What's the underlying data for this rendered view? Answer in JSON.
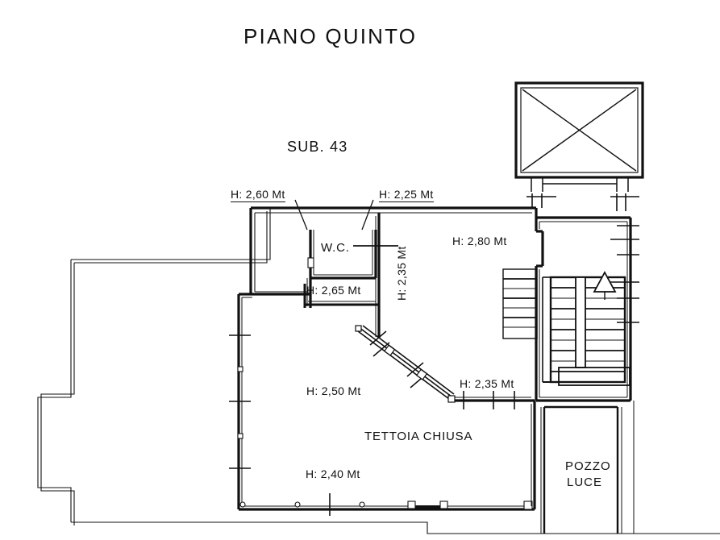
{
  "drawing": {
    "title": "PIANO QUINTO",
    "subtitle": "SUB. 43",
    "background_color": "#ffffff",
    "line_color": "#111111"
  },
  "rooms": [
    {
      "name": "wc",
      "label": "W.C."
    },
    {
      "name": "tettoia-chiusa",
      "label": "TETTOIA CHIUSA"
    },
    {
      "name": "pozzo-luce",
      "label_line1": "POZZO",
      "label_line2": "LUCE"
    }
  ],
  "height_labels": [
    {
      "name": "height-2-60",
      "text": "H: 2,60 Mt",
      "underlined": true,
      "orientation": "horizontal"
    },
    {
      "name": "height-2-25",
      "text": "H: 2,25 Mt",
      "underlined": true,
      "orientation": "horizontal"
    },
    {
      "name": "height-2-80",
      "text": "H: 2,80 Mt",
      "underlined": false,
      "orientation": "horizontal"
    },
    {
      "name": "height-2-65",
      "text": "H: 2,65 Mt",
      "underlined": false,
      "orientation": "horizontal"
    },
    {
      "name": "height-2-35-vertical",
      "text": "H: 2,35 Mt",
      "underlined": false,
      "orientation": "vertical"
    },
    {
      "name": "height-2-50",
      "text": "H: 2,50 Mt",
      "underlined": false,
      "orientation": "horizontal"
    },
    {
      "name": "height-2-35",
      "text": "H: 2,35 Mt",
      "underlined": false,
      "orientation": "horizontal"
    },
    {
      "name": "height-2-40",
      "text": "H: 2,40 Mt",
      "underlined": false,
      "orientation": "horizontal"
    }
  ],
  "features": [
    {
      "name": "elevator-shaft",
      "symbol": "crossed-rectangle"
    },
    {
      "name": "staircase",
      "symbol": "stair-treads"
    },
    {
      "name": "stair-direction-arrow",
      "symbol": "triangle-up"
    },
    {
      "name": "diagonal-wall",
      "symbol": "hatched-diagonal"
    }
  ]
}
